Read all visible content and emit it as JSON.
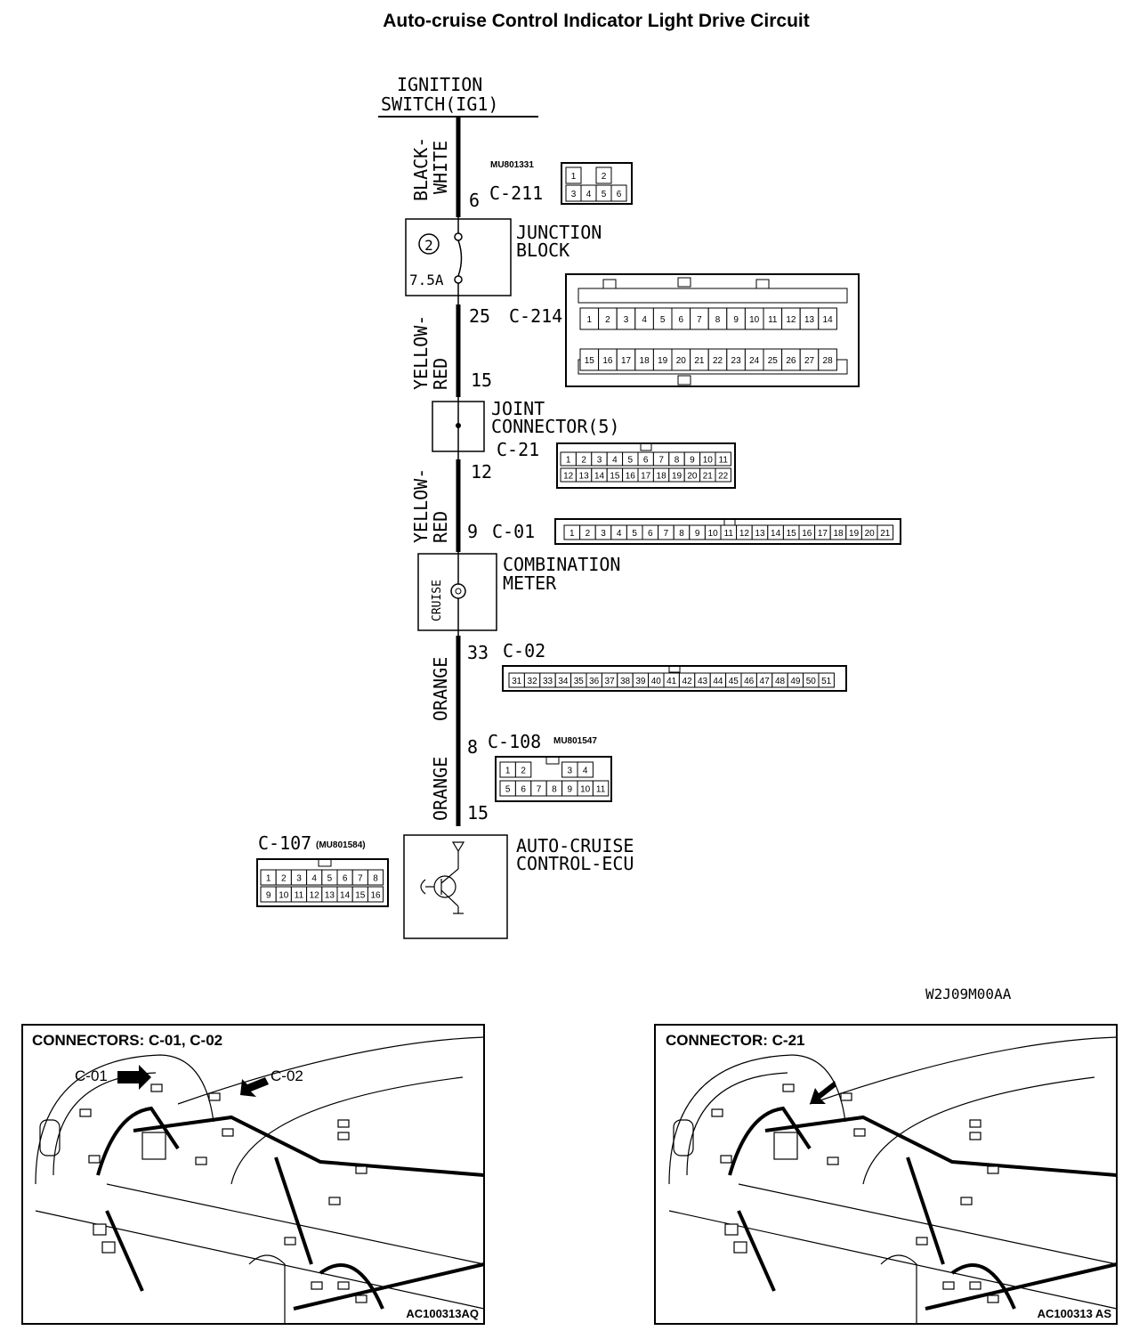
{
  "title": "Auto-cruise Control Indicator Light Drive Circuit",
  "source": {
    "line1": "IGNITION",
    "line2": "SWITCH(IG1)"
  },
  "wires": {
    "w1": [
      "BLACK-",
      "WHITE"
    ],
    "w2": [
      "YELLOW-",
      "RED"
    ],
    "w3": [
      "YELLOW-",
      "RED"
    ],
    "w4": "ORANGE",
    "w5": "ORANGE"
  },
  "components": {
    "junction_block": {
      "line1": "JUNCTION",
      "line2": "BLOCK",
      "fuse_number": "2",
      "fuse_rating": "7.5A"
    },
    "joint_connector": {
      "line1": "JOINT",
      "line2": "CONNECTOR(5)"
    },
    "combination_meter": {
      "line1": "COMBINATION",
      "line2": "METER",
      "indicator": "CRUISE"
    },
    "ecu": {
      "line1": "AUTO-CRUISE",
      "line2": "CONTROL-ECU"
    }
  },
  "terminals": {
    "t6": "6",
    "t25": "25",
    "t15a": "15",
    "t12": "12",
    "t9": "9",
    "t33": "33",
    "t8": "8",
    "t15b": "15"
  },
  "connectors": {
    "c211": {
      "name": "C-211",
      "part": "MU801331",
      "rows": [
        [
          "1",
          "",
          "2"
        ],
        [
          "3",
          "4",
          "5",
          "6"
        ]
      ]
    },
    "c214": {
      "name": "C-214",
      "rows": [
        [
          "1",
          "2",
          "3",
          "4",
          "5",
          "6",
          "7",
          "8",
          "9",
          "10",
          "11",
          "12",
          "13",
          "14"
        ],
        [
          "15",
          "16",
          "17",
          "18",
          "19",
          "20",
          "21",
          "22",
          "23",
          "24",
          "25",
          "26",
          "27",
          "28"
        ]
      ]
    },
    "c21": {
      "name": "C-21",
      "rows": [
        [
          "1",
          "2",
          "3",
          "4",
          "5",
          "6",
          "7",
          "8",
          "9",
          "10",
          "11"
        ],
        [
          "12",
          "13",
          "14",
          "15",
          "16",
          "17",
          "18",
          "19",
          "20",
          "21",
          "22"
        ]
      ]
    },
    "c01": {
      "name": "C-01",
      "rows": [
        [
          "1",
          "2",
          "3",
          "4",
          "5",
          "6",
          "7",
          "8",
          "9",
          "10",
          "11",
          "12",
          "13",
          "14",
          "15",
          "16",
          "17",
          "18",
          "19",
          "20",
          "21"
        ]
      ]
    },
    "c02": {
      "name": "C-02",
      "rows": [
        [
          "31",
          "32",
          "33",
          "34",
          "35",
          "36",
          "37",
          "38",
          "39",
          "40",
          "41",
          "42",
          "43",
          "44",
          "45",
          "46",
          "47",
          "48",
          "49",
          "50",
          "51"
        ]
      ]
    },
    "c108": {
      "name": "C-108",
      "part": "MU801547",
      "rows": [
        [
          "1",
          "2",
          "",
          "",
          "3",
          "4"
        ],
        [
          "5",
          "6",
          "7",
          "8",
          "9",
          "10",
          "11"
        ]
      ]
    },
    "c107": {
      "name": "C-107",
      "part": "(MU801584)",
      "rows": [
        [
          "1",
          "2",
          "3",
          "4",
          "5",
          "6",
          "7",
          "8"
        ],
        [
          "9",
          "10",
          "11",
          "12",
          "13",
          "14",
          "15",
          "16"
        ]
      ]
    }
  },
  "diagram_code": "W2J09M00AA",
  "panels": {
    "left": {
      "heading": "CONNECTORS: C-01, C-02",
      "callout1": "C-01",
      "callout2": "C-02",
      "code": "AC100313AQ"
    },
    "right": {
      "heading": "CONNECTOR: C-21",
      "code": "AC100313 AS"
    }
  }
}
